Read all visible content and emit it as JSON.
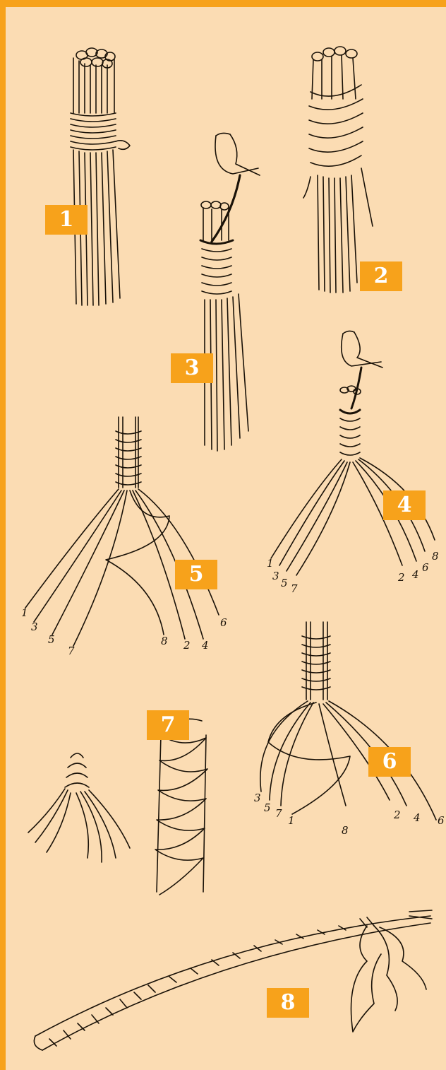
{
  "colors": {
    "frame": "#f7a21b",
    "panel": "#fbdcb3",
    "badge": "#f7a21b",
    "ink": "#1a1208"
  },
  "steps": [
    "1",
    "2",
    "3",
    "4",
    "5",
    "6",
    "7",
    "8"
  ],
  "strand_labels": {
    "step4": [
      "1",
      "3",
      "5",
      "7",
      "2",
      "4",
      "6",
      "8"
    ],
    "step5": [
      "1",
      "3",
      "5",
      "7",
      "8",
      "2",
      "4",
      "6"
    ],
    "step6": [
      "3",
      "5",
      "7",
      "1",
      "8",
      "2",
      "4",
      "6"
    ]
  }
}
